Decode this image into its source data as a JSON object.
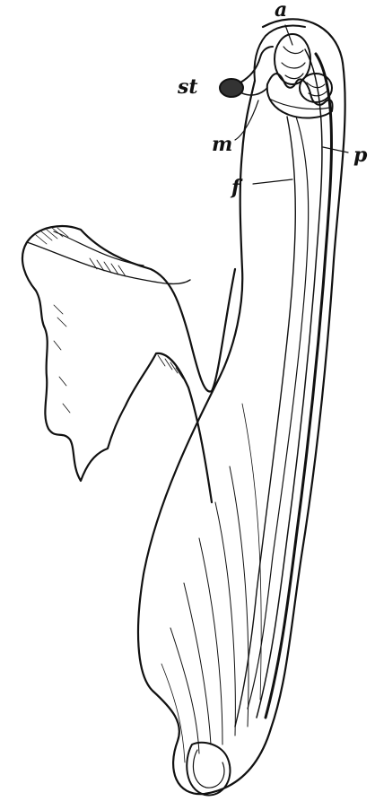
{
  "figure": {
    "labels": {
      "a": "a",
      "st": "st",
      "m": "m",
      "p": "p",
      "f": "f"
    },
    "ink_color": "#111111",
    "paper_color": "#ffffff"
  }
}
